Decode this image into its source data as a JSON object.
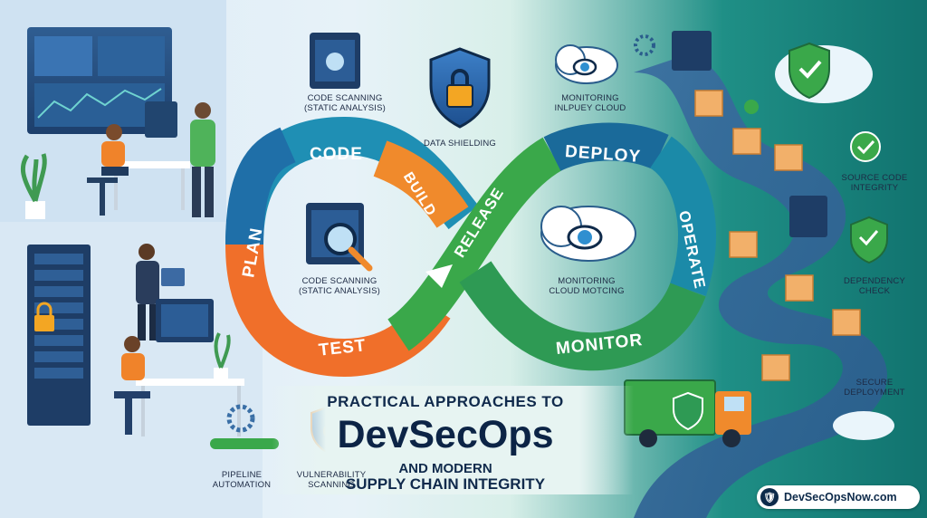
{
  "title": {
    "line1": "PRACTICAL APPROACHES TO",
    "line2": "DevSecOps",
    "line3": "AND MODERN",
    "line4": "SUPPLY CHAIN INTEGRITY"
  },
  "loop_segments": [
    "PLAN",
    "CODE",
    "BUILD",
    "TEST",
    "RELEASE",
    "DEPLOY",
    "OPERATE",
    "MONITOR"
  ],
  "top_labels": {
    "code_scanning_top": [
      "CODE SCANNING",
      "(STATIC ANALYSIS)"
    ],
    "data_shielding": "DATA SHIELDING",
    "monitoring_top": [
      "MONITORING",
      "INLPUEY CLOUD"
    ]
  },
  "inner_labels": {
    "code_scanning_inner": [
      "CODE SCANNING",
      "(STATIC ANALYSIS)"
    ],
    "monitoring_inner": [
      "MONITORING",
      "CLOUD MOTCING"
    ]
  },
  "pipeline_labels": {
    "source_code_integrity": [
      "SOURCE CODE",
      "INTEGRITY"
    ],
    "dependency_check": [
      "DEPENDENCY",
      "CHECK"
    ],
    "secure_deployment": [
      "SECURE",
      "DEPLOYMENT"
    ]
  },
  "bottom_left_labels": {
    "pipeline_automation": [
      "PIPELINE",
      "AUTOMATION"
    ],
    "vulnerability_scanning": [
      "VULNERABILITY",
      "SCANNING"
    ]
  },
  "brand": "DevSecOpsNow.com",
  "colors": {
    "plan": "#1f6fa8",
    "code": "#1f8fb4",
    "build": "#f08a2c",
    "test": "#f06f2a",
    "release": "#3aa84a",
    "deploy": "#1a6a9a",
    "operate": "#1b8aa8",
    "monitor": "#2e9a54"
  }
}
